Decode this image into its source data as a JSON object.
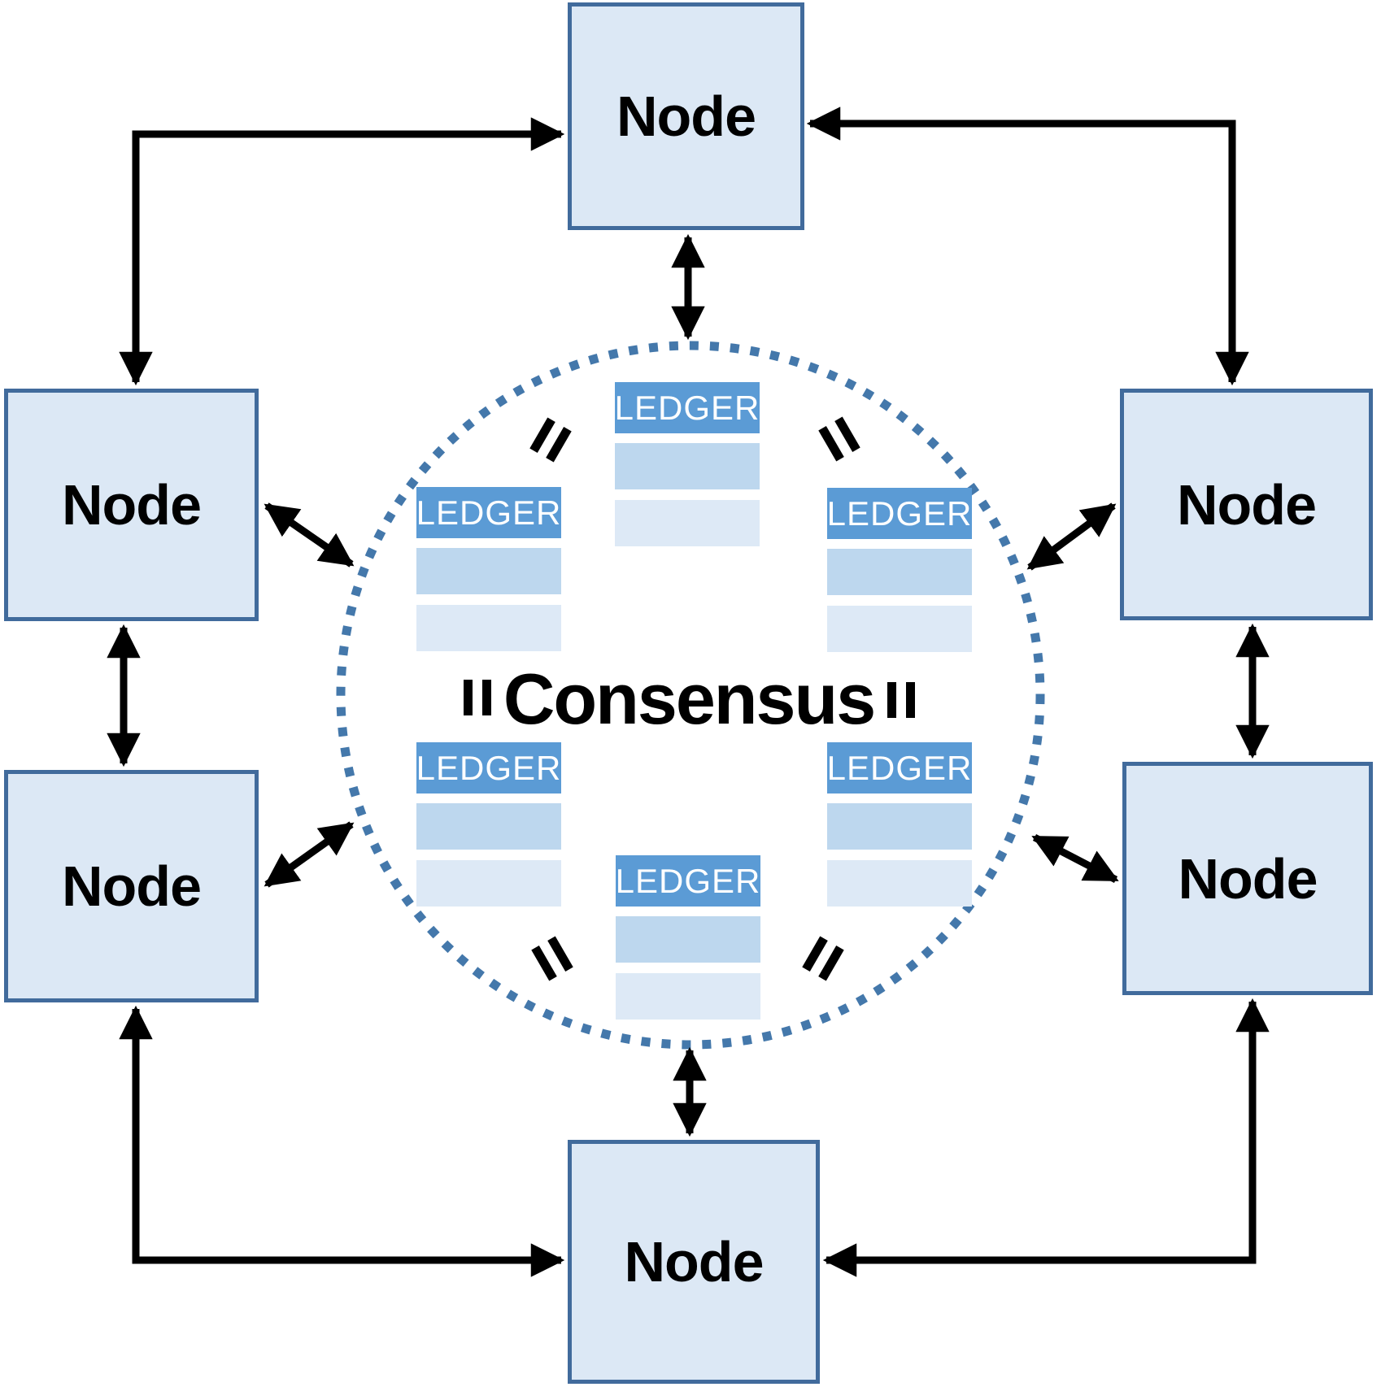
{
  "diagram": {
    "consensus_label": "Consensus",
    "nodes": [
      {
        "position": "top",
        "label": "Node"
      },
      {
        "position": "left-upper",
        "label": "Node"
      },
      {
        "position": "right-upper",
        "label": "Node"
      },
      {
        "position": "left-lower",
        "label": "Node"
      },
      {
        "position": "right-lower",
        "label": "Node"
      },
      {
        "position": "bottom",
        "label": "Node"
      }
    ],
    "ledgers": [
      {
        "position": "top",
        "title": "LEDGER",
        "rows": 2
      },
      {
        "position": "left-upper",
        "title": "LEDGER",
        "rows": 2
      },
      {
        "position": "right-upper",
        "title": "LEDGER",
        "rows": 2
      },
      {
        "position": "left-lower",
        "title": "LEDGER",
        "rows": 2
      },
      {
        "position": "right-lower",
        "title": "LEDGER",
        "rows": 2
      },
      {
        "position": "bottom",
        "title": "LEDGER",
        "rows": 2
      }
    ],
    "icons": {
      "equals": "=",
      "boundary": "dotted-circle"
    },
    "connections": [
      {
        "from": "node-top",
        "to": "node-left-upper",
        "bidirectional": true
      },
      {
        "from": "node-top",
        "to": "node-right-upper",
        "bidirectional": true
      },
      {
        "from": "node-left-upper",
        "to": "node-left-lower",
        "bidirectional": true
      },
      {
        "from": "node-right-upper",
        "to": "node-right-lower",
        "bidirectional": true
      },
      {
        "from": "node-left-lower",
        "to": "node-bottom",
        "bidirectional": true
      },
      {
        "from": "node-right-lower",
        "to": "node-bottom",
        "bidirectional": true
      },
      {
        "from": "node-top",
        "to": "consensus-circle",
        "bidirectional": true
      },
      {
        "from": "node-bottom",
        "to": "consensus-circle",
        "bidirectional": true
      },
      {
        "from": "node-left-upper",
        "to": "consensus-circle",
        "bidirectional": true
      },
      {
        "from": "node-left-lower",
        "to": "consensus-circle",
        "bidirectional": true
      },
      {
        "from": "node-right-upper",
        "to": "consensus-circle",
        "bidirectional": true
      },
      {
        "from": "node-right-lower",
        "to": "consensus-circle",
        "bidirectional": true
      }
    ]
  },
  "colors": {
    "node-fill": "#dce8f5",
    "node-border": "#416b9c",
    "ledger-header": "#5b9bd5",
    "ledger-row-mid": "#bdd7ee",
    "ledger-row-light": "#dde9f6",
    "circle-dots": "#4478ab",
    "arrow": "#000000",
    "text": "#000000",
    "ledger-text": "#ffffff"
  }
}
